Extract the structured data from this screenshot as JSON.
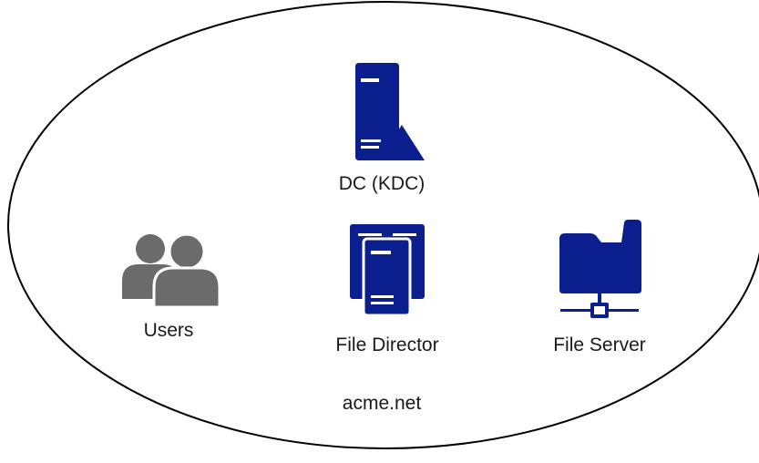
{
  "nodes": {
    "dc": {
      "label": "DC (KDC)",
      "icon": "domain-controller-server-icon"
    },
    "users": {
      "label": "Users",
      "icon": "users-group-icon"
    },
    "file_director": {
      "label": "File Director",
      "icon": "server-cluster-icon"
    },
    "file_server": {
      "label": "File Server",
      "icon": "network-folder-icon"
    }
  },
  "domain": {
    "label": "acme.net"
  },
  "colors": {
    "server_blue": "#0b1f8f",
    "user_gray": "#6b6b6b",
    "outline": "#000000",
    "background": "#ffffff"
  }
}
